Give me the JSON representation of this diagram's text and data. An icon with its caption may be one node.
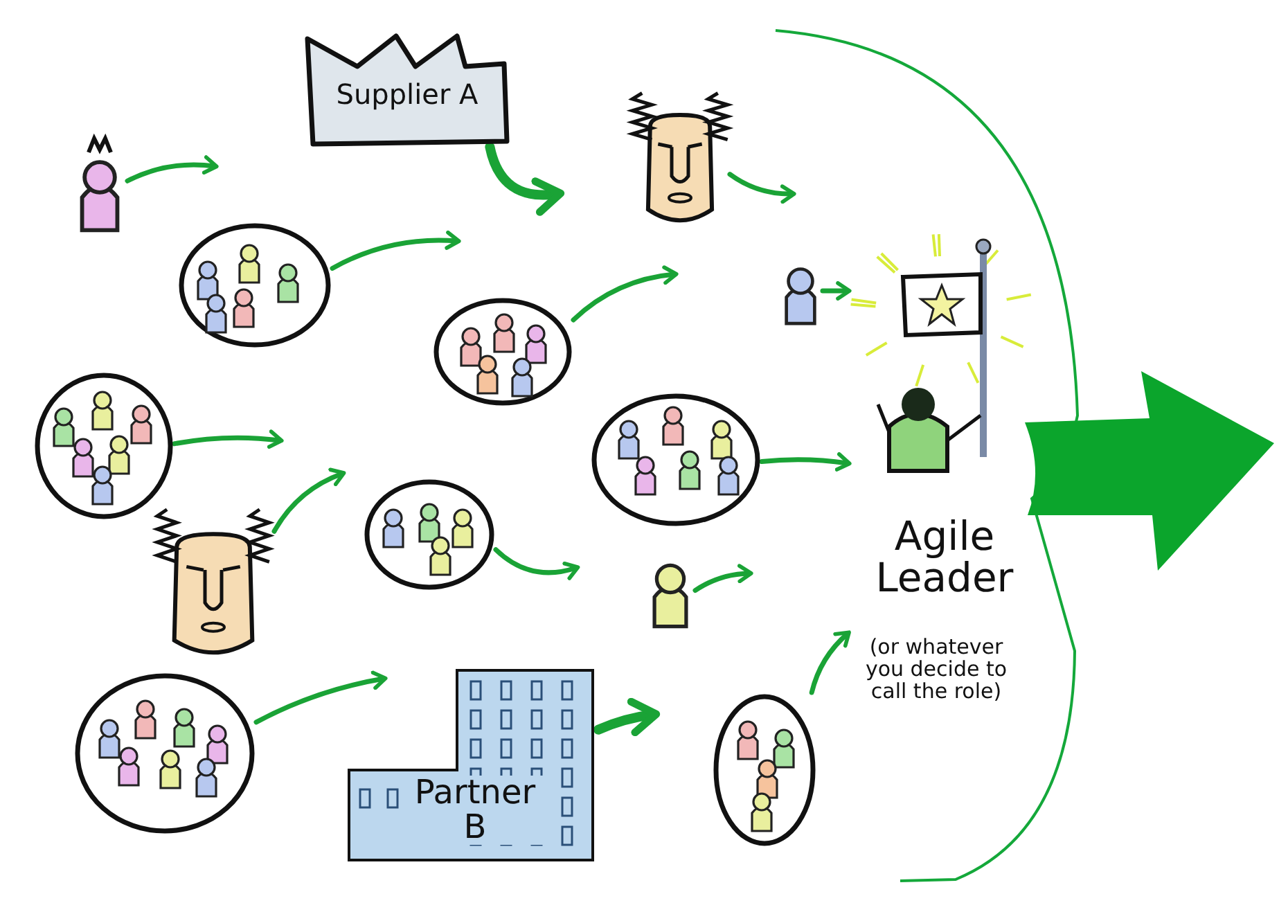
{
  "diagram": {
    "nodes": [
      {
        "text": [
          "Supplier A"
        ]
      },
      {
        "text": [],
        "shape": "person"
      },
      {
        "text": [],
        "shape": "person"
      },
      {
        "text": [],
        "shape": "circle"
      },
      {
        "text": [],
        "shape": "person"
      },
      {
        "text": [],
        "shape": "circle"
      },
      {
        "text": [],
        "shape": "circle"
      },
      {
        "text": [],
        "shape": "circle"
      },
      {
        "text": [
          "Agile Leader",
          "(or whatever you decide to call the role)"
        ]
      },
      {
        "text": [],
        "shape": "circle"
      },
      {
        "text": [],
        "shape": "person"
      },
      {
        "text": [],
        "shape": "person"
      },
      {
        "text": [],
        "shape": "circle"
      },
      {
        "text": [
          "Partner B"
        ]
      },
      {
        "text": [],
        "shape": "circle"
      }
    ],
    "edges": [
      {
        "from": 1,
        "to": null,
        "arrow": "to"
      },
      {
        "from": 0,
        "to": null,
        "arrow": "to",
        "style": "thick"
      },
      {
        "from": 2,
        "to": null,
        "arrow": "to"
      },
      {
        "from": 3,
        "to": null,
        "arrow": "to"
      },
      {
        "from": 4,
        "to": 8,
        "arrow": "to"
      },
      {
        "from": 5,
        "to": null,
        "arrow": "to"
      },
      {
        "from": 6,
        "to": null,
        "arrow": "to"
      },
      {
        "from": 7,
        "to": 8,
        "arrow": "to"
      },
      {
        "from": 10,
        "to": null,
        "arrow": "to"
      },
      {
        "from": 9,
        "to": null,
        "arrow": "to"
      },
      {
        "from": 11,
        "to": null,
        "arrow": "to"
      },
      {
        "from": 12,
        "to": null,
        "arrow": "to"
      },
      {
        "from": 13,
        "to": null,
        "arrow": "to",
        "style": "thick"
      },
      {
        "from": 14,
        "to": 8,
        "arrow": "to"
      }
    ]
  }
}
